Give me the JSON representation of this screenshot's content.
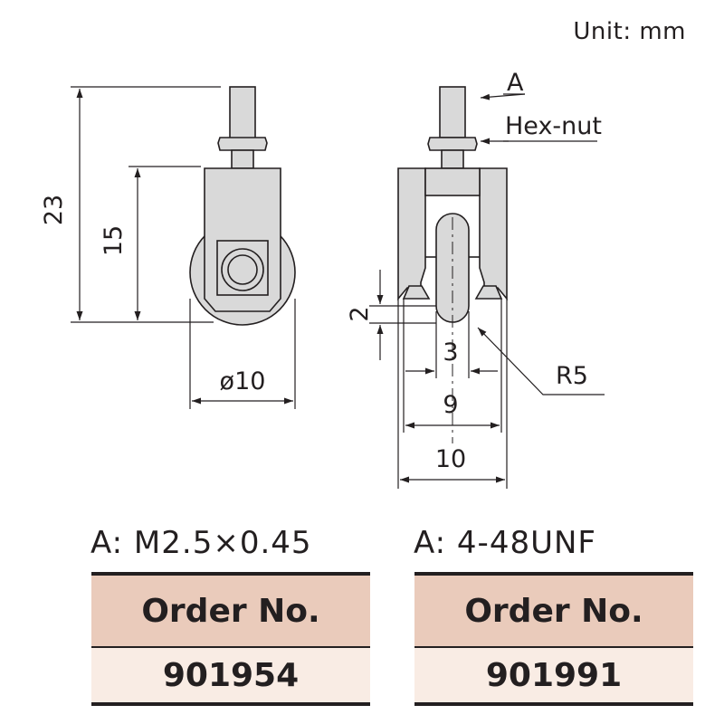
{
  "unit_label": "Unit: mm",
  "colors": {
    "part_fill": "#d9d9d9",
    "line": "#231f20",
    "table_header_bg": "#eacbbb",
    "table_value_bg": "#f9ece4"
  },
  "dimensions": {
    "height_23": "23",
    "height_15": "15",
    "diameter_10": "ø10",
    "dim_2": "2",
    "dim_3": "3",
    "dim_9": "9",
    "dim_10": "10",
    "radius": "R5"
  },
  "callouts": {
    "a": "A",
    "hex_nut": "Hex-nut"
  },
  "variants": [
    {
      "thread": "A: M2.5×0.45",
      "header": "Order No.",
      "order_no": "901954"
    },
    {
      "thread": "A: 4-48UNF",
      "header": "Order No.",
      "order_no": "901991"
    }
  ]
}
